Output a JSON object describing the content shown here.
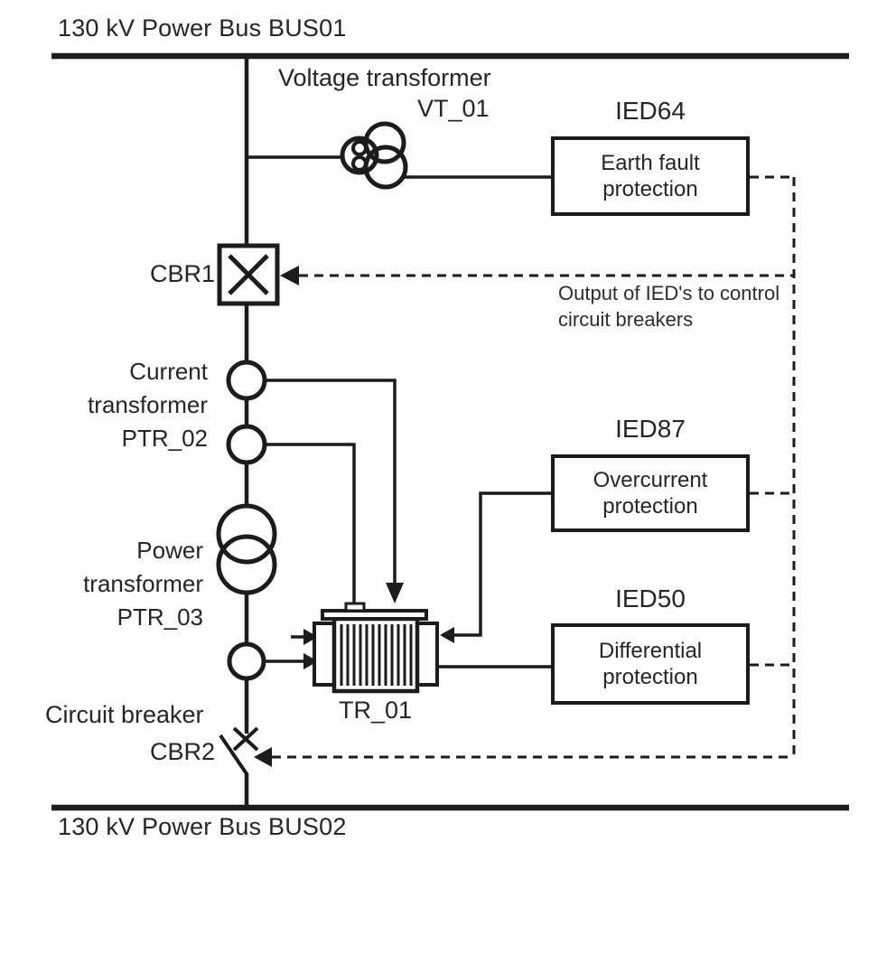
{
  "diagram": {
    "type": "substation-single-line-protection-diagram",
    "bus_top_label": "130 kV Power Bus BUS01",
    "bus_bottom_label": "130 kV Power Bus BUS02",
    "voltage_transformer": {
      "label": "Voltage transformer",
      "id": "VT_01"
    },
    "breaker1": {
      "id": "CBR1"
    },
    "current_transformer": {
      "label_line1": "Current",
      "label_line2": "transformer",
      "id": "PTR_02"
    },
    "power_transformer": {
      "label_line1": "Power",
      "label_line2": "transformer",
      "id": "PTR_03"
    },
    "transformer_unit": {
      "id": "TR_01"
    },
    "breaker2": {
      "label": "Circuit breaker",
      "id": "CBR2"
    },
    "note": {
      "line1": "Output of IED's to control",
      "line2": "circuit breakers"
    },
    "ieds": [
      {
        "title": "IED64",
        "line1": "Earth fault",
        "line2": "protection"
      },
      {
        "title": "IED87",
        "line1": "Overcurrent",
        "line2": "protection"
      },
      {
        "title": "IED50",
        "line1": "Differential",
        "line2": "protection"
      }
    ],
    "colors": {
      "line": "#1c1c1c",
      "text": "#262626",
      "background": "#fdfdfd"
    }
  }
}
